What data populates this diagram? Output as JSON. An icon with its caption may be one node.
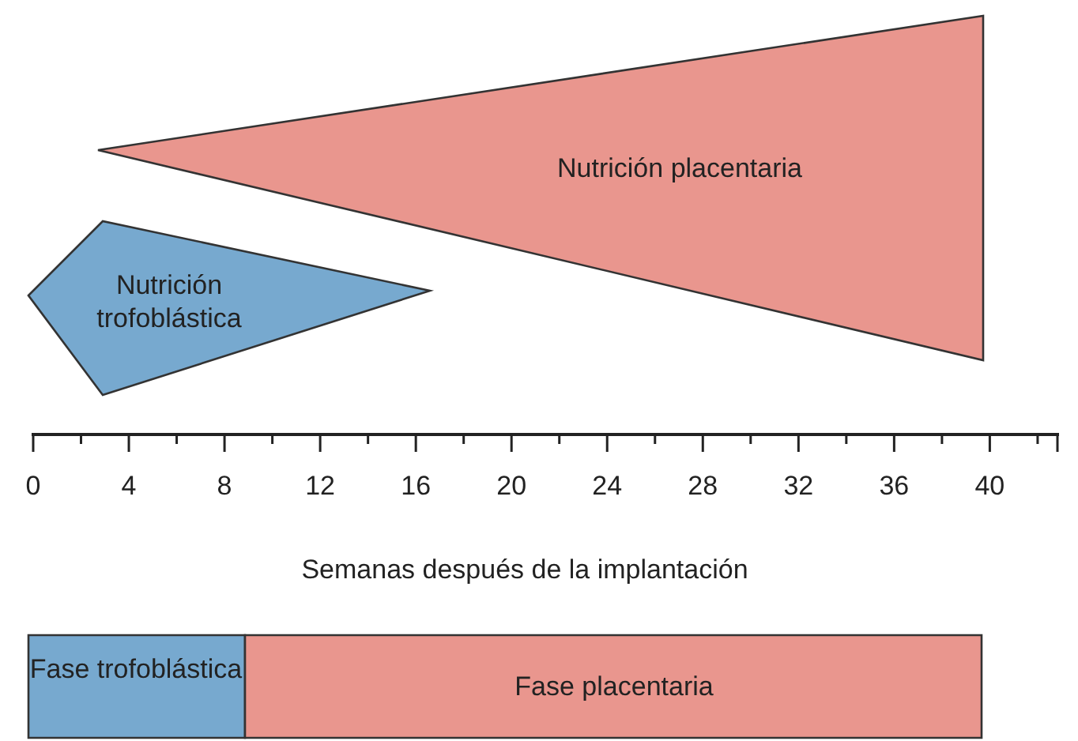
{
  "diagram": {
    "nodes": [
      {
        "text": [
          "Nutrición placentaria"
        ]
      },
      {
        "text": [
          "Nutrición trofoblástica"
        ]
      },
      {
        "text": [
          "Fase trofoblástica"
        ]
      },
      {
        "text": [
          "Fase placentaria"
        ]
      }
    ],
    "labels": [
      "0",
      "4",
      "8",
      "12",
      "16",
      "20",
      "24",
      "28",
      "32",
      "36",
      "40",
      "Semanas después de la implantación"
    ]
  }
}
